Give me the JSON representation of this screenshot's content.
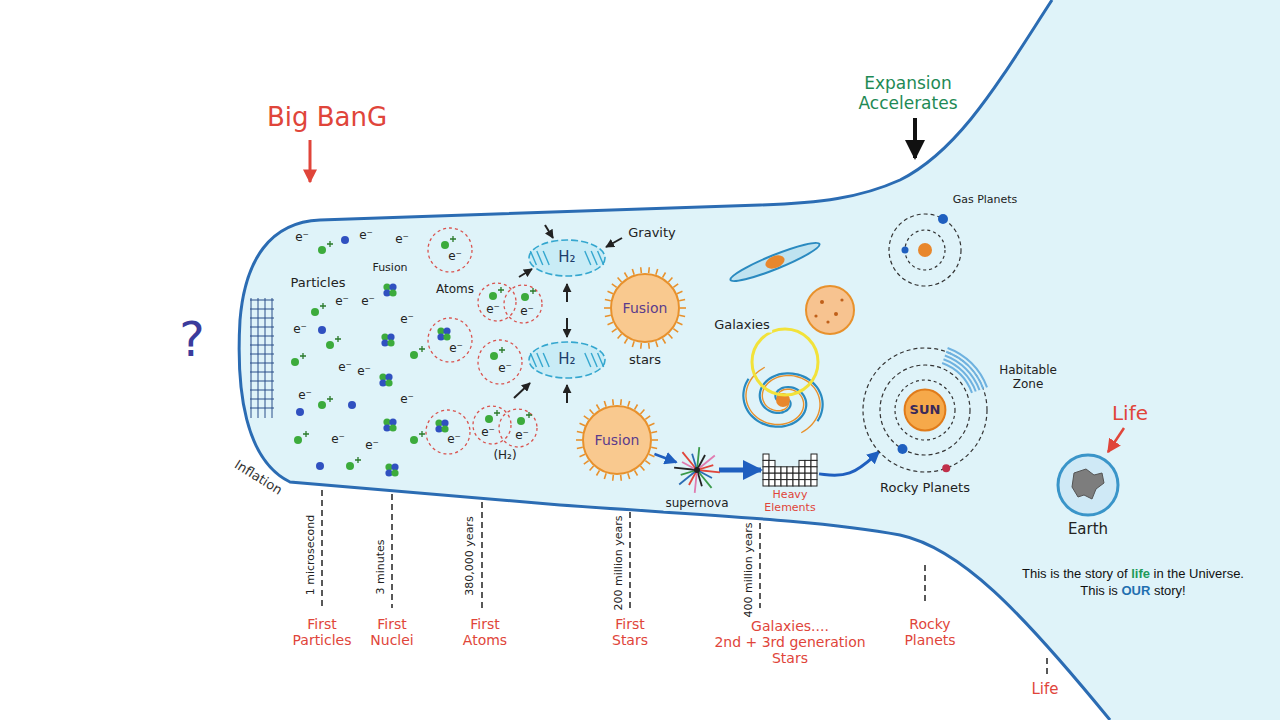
{
  "diagram": {
    "caption": "This is the story of life in the Universe. This is OUR story!",
    "nodes": [
      {
        "text": [
          "H₂"
        ]
      },
      {
        "text": [
          "H₂"
        ]
      },
      {
        "text": [
          "Fusion",
          "stars"
        ]
      },
      {
        "text": [
          "Fusion"
        ]
      },
      {
        "text": [
          "supernova"
        ]
      },
      {
        "text": [
          "Heavy Elements"
        ]
      },
      {
        "text": [
          "SUN",
          "Rocky Planets"
        ]
      },
      {
        "text": [
          "Earth"
        ]
      }
    ],
    "edges": [
      {
        "from": 3,
        "to": 4,
        "arrow": "to"
      },
      {
        "from": 4,
        "to": 5,
        "arrow": "to"
      },
      {
        "from": 5,
        "to": 6,
        "arrow": "to"
      }
    ],
    "labels": [
      "Big BanG",
      "Expansion Accelerates",
      "?",
      "Particles",
      "Fusion",
      "Atoms",
      "e⁻",
      "e⁻",
      "e⁻",
      "e⁻",
      "e⁻",
      "e⁻",
      "e⁻",
      "e⁻",
      "e⁻",
      "e⁻",
      "e⁻",
      "e⁻",
      "e⁻",
      "e⁻",
      "e⁻",
      "e⁻",
      "e⁻",
      "e⁻",
      "e⁻",
      "e⁻",
      "e⁻",
      "(H₂)",
      "Gravity",
      "Galaxies",
      "Gas Planets",
      "Habitable Zone",
      "Life",
      "Inflation",
      "1 microsecond",
      "3 minutes",
      "380,000 years",
      "200 million years",
      "400 million years",
      "First Particles",
      "First Nuclei",
      "First Atoms",
      "First Stars",
      "Galaxies.... 2nd + 3rd generation Stars",
      "Rocky Planets",
      "Life"
    ]
  }
}
